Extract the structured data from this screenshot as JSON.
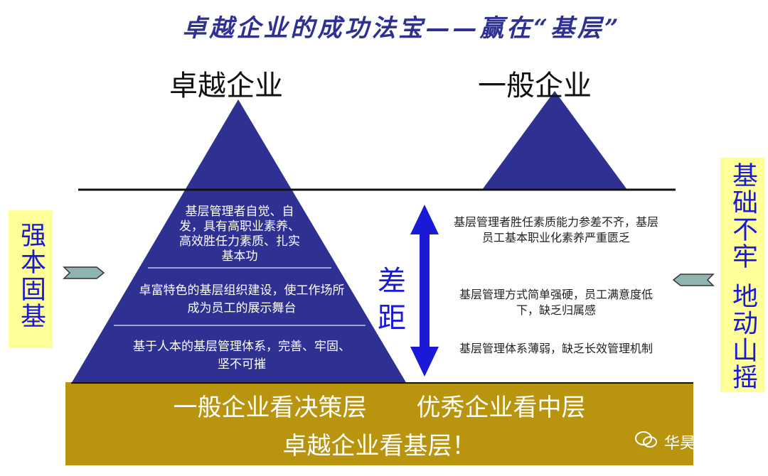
{
  "title": "卓越企业的成功法宝——赢在“基层”",
  "left_heading": "卓越企业",
  "right_heading": "一般企业",
  "pyramid_tiers": [
    "基层管理者自觉、自发，具有高职业素养、高效胜任力素质、扎实基本功",
    "卓富特色的基层组织建设，使工作场所成为员工的展示舞台",
    "基于人本的基层管理体系，完善、牢固、坚不可摧"
  ],
  "gap_label": "差距",
  "right_points": [
    "基层管理者胜任素质能力参差不齐，基层员工基本职业化素养严重匮乏",
    "基层管理方式简单强硬，员工满意度低下，缺乏归属感",
    "基层管理体系薄弱，缺乏长效管理机制"
  ],
  "left_side_label": "强本固基",
  "right_side_label": [
    "基础不牢",
    "地动山摇"
  ],
  "bottom_band": {
    "line1_left": "一般企业看决策层",
    "line1_right": "优秀企业看中层",
    "line2": "卓越企业看基层！"
  },
  "watermark": "华昊企管",
  "colors": {
    "pyramid": "#2e3192",
    "arrow": "#1a1ad6",
    "band": "#b8940f",
    "label_bg": "#ffff99"
  }
}
